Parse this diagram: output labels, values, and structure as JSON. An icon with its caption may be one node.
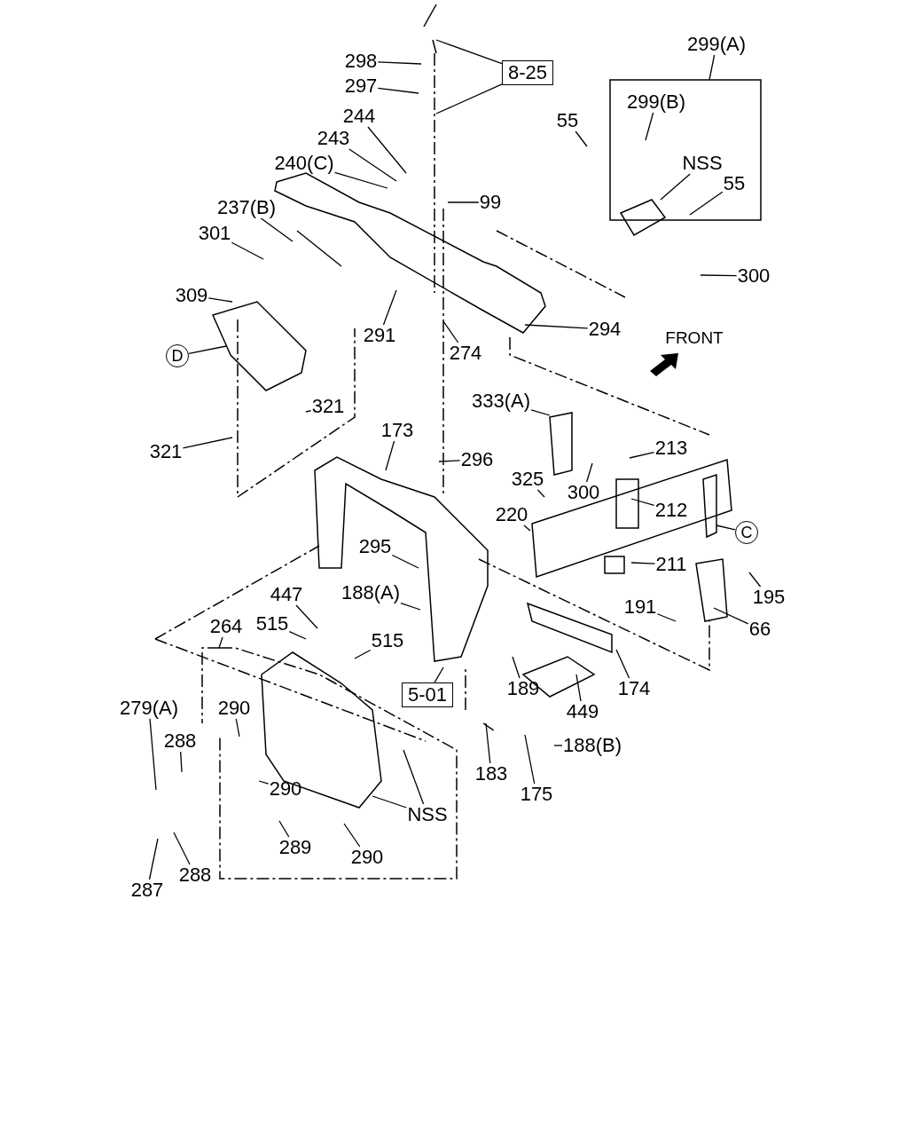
{
  "diagram": {
    "nodes": [
      {
        "text": [
          "8-25"
        ]
      },
      {
        "text": [
          "298"
        ]
      },
      {
        "text": [
          "297"
        ]
      },
      {
        "text": [
          "244"
        ]
      },
      {
        "text": [
          "243"
        ]
      },
      {
        "text": [
          "240(C)"
        ]
      },
      {
        "text": [
          "99"
        ]
      },
      {
        "text": [
          "237(B)"
        ]
      },
      {
        "text": [
          "301"
        ]
      },
      {
        "text": [
          "309"
        ]
      },
      {
        "text": [
          "D"
        ]
      },
      {
        "text": [
          "291"
        ]
      },
      {
        "text": [
          "274"
        ]
      },
      {
        "text": [
          "294"
        ]
      },
      {
        "text": [
          "299(A)"
        ]
      },
      {
        "text": [
          "299(B)"
        ]
      },
      {
        "text": [
          "55"
        ]
      },
      {
        "text": [
          "NSS"
        ]
      },
      {
        "text": [
          "55"
        ]
      },
      {
        "text": [
          "300"
        ]
      },
      {
        "text": [
          "333(A)"
        ]
      },
      {
        "text": [
          "213"
        ]
      },
      {
        "text": [
          "300"
        ]
      },
      {
        "text": [
          "325"
        ]
      },
      {
        "text": [
          "212"
        ]
      },
      {
        "text": [
          "220"
        ]
      },
      {
        "text": [
          "C"
        ]
      },
      {
        "text": [
          "211"
        ]
      },
      {
        "text": [
          "173"
        ]
      },
      {
        "text": [
          "321"
        ]
      },
      {
        "text": [
          "321"
        ]
      },
      {
        "text": [
          "296"
        ]
      },
      {
        "text": [
          "295"
        ]
      },
      {
        "text": [
          "188(A)"
        ]
      },
      {
        "text": [
          "447"
        ]
      },
      {
        "text": [
          "515"
        ]
      },
      {
        "text": [
          "515"
        ]
      },
      {
        "text": [
          "264"
        ]
      },
      {
        "text": [
          "191"
        ]
      },
      {
        "text": [
          "195"
        ]
      },
      {
        "text": [
          "66"
        ]
      },
      {
        "text": [
          "5-01"
        ]
      },
      {
        "text": [
          "189"
        ]
      },
      {
        "text": [
          "174"
        ]
      },
      {
        "text": [
          "449"
        ]
      },
      {
        "text": [
          "188(B)"
        ]
      },
      {
        "text": [
          "279(A)"
        ]
      },
      {
        "text": [
          "290"
        ]
      },
      {
        "text": [
          "288"
        ]
      },
      {
        "text": [
          "183"
        ]
      },
      {
        "text": [
          "175"
        ]
      },
      {
        "text": [
          "290"
        ]
      },
      {
        "text": [
          "NSS"
        ]
      },
      {
        "text": [
          "289"
        ]
      },
      {
        "text": [
          "290"
        ]
      },
      {
        "text": [
          "287"
        ]
      },
      {
        "text": [
          "288"
        ]
      }
    ],
    "edges": [
      {
        "from": 0,
        "to": null,
        "arrow": "none"
      },
      {
        "from": 0,
        "to": null,
        "arrow": "none"
      },
      {
        "from": 1,
        "to": null,
        "arrow": "none"
      },
      {
        "from": 2,
        "to": null,
        "arrow": "none"
      },
      {
        "from": 3,
        "to": null,
        "arrow": "none"
      },
      {
        "from": 4,
        "to": null,
        "arrow": "none"
      },
      {
        "from": 5,
        "to": null,
        "arrow": "none"
      },
      {
        "from": 6,
        "to": null,
        "arrow": "none"
      },
      {
        "from": 7,
        "to": null,
        "arrow": "none"
      },
      {
        "from": 8,
        "to": null,
        "arrow": "none"
      },
      {
        "from": 9,
        "to": null,
        "arrow": "none"
      },
      {
        "from": 10,
        "to": null,
        "arrow": "none"
      },
      {
        "from": 11,
        "to": null,
        "arrow": "none"
      },
      {
        "from": 12,
        "to": null,
        "arrow": "none"
      },
      {
        "from": 13,
        "to": null,
        "arrow": "none"
      },
      {
        "from": 14,
        "to": null,
        "arrow": "none"
      },
      {
        "from": 15,
        "to": null,
        "arrow": "none"
      },
      {
        "from": 16,
        "to": null,
        "arrow": "none"
      },
      {
        "from": 17,
        "to": null,
        "arrow": "none"
      },
      {
        "from": 18,
        "to": null,
        "arrow": "none"
      },
      {
        "from": 19,
        "to": null,
        "arrow": "none"
      },
      {
        "from": 20,
        "to": null,
        "arrow": "none"
      },
      {
        "from": 21,
        "to": null,
        "arrow": "none"
      },
      {
        "from": 22,
        "to": null,
        "arrow": "none"
      },
      {
        "from": 23,
        "to": null,
        "arrow": "none"
      },
      {
        "from": 24,
        "to": null,
        "arrow": "none"
      },
      {
        "from": 25,
        "to": null,
        "arrow": "none"
      },
      {
        "from": 26,
        "to": null,
        "arrow": "none"
      },
      {
        "from": 27,
        "to": null,
        "arrow": "none"
      },
      {
        "from": 28,
        "to": null,
        "arrow": "none"
      },
      {
        "from": 29,
        "to": null,
        "arrow": "none"
      },
      {
        "from": 30,
        "to": null,
        "arrow": "none"
      },
      {
        "from": 31,
        "to": null,
        "arrow": "none"
      },
      {
        "from": 32,
        "to": null,
        "arrow": "none"
      },
      {
        "from": 33,
        "to": null,
        "arrow": "none"
      },
      {
        "from": 34,
        "to": null,
        "arrow": "none"
      },
      {
        "from": 35,
        "to": null,
        "arrow": "none"
      },
      {
        "from": 36,
        "to": null,
        "arrow": "none"
      },
      {
        "from": 37,
        "to": null,
        "arrow": "none"
      },
      {
        "from": 38,
        "to": null,
        "arrow": "none"
      },
      {
        "from": 39,
        "to": null,
        "arrow": "none"
      },
      {
        "from": 40,
        "to": null,
        "arrow": "none"
      },
      {
        "from": 41,
        "to": null,
        "arrow": "none"
      },
      {
        "from": 42,
        "to": null,
        "arrow": "none"
      },
      {
        "from": 43,
        "to": null,
        "arrow": "none"
      },
      {
        "from": 44,
        "to": null,
        "arrow": "none"
      },
      {
        "from": 45,
        "to": null,
        "arrow": "none"
      },
      {
        "from": 46,
        "to": null,
        "arrow": "none"
      },
      {
        "from": 47,
        "to": null,
        "arrow": "none"
      },
      {
        "from": 48,
        "to": null,
        "arrow": "none"
      },
      {
        "from": 49,
        "to": null,
        "arrow": "none"
      },
      {
        "from": 50,
        "to": null,
        "arrow": "none"
      },
      {
        "from": 51,
        "to": null,
        "arrow": "none"
      },
      {
        "from": 52,
        "to": null,
        "arrow": "none"
      },
      {
        "from": 52,
        "to": null,
        "arrow": "none"
      },
      {
        "from": 53,
        "to": null,
        "arrow": "none"
      },
      {
        "from": 54,
        "to": null,
        "arrow": "none"
      },
      {
        "from": 55,
        "to": null,
        "arrow": "none"
      },
      {
        "from": 56,
        "to": null,
        "arrow": "none"
      }
    ],
    "labels": [
      "FRONT"
    ]
  }
}
